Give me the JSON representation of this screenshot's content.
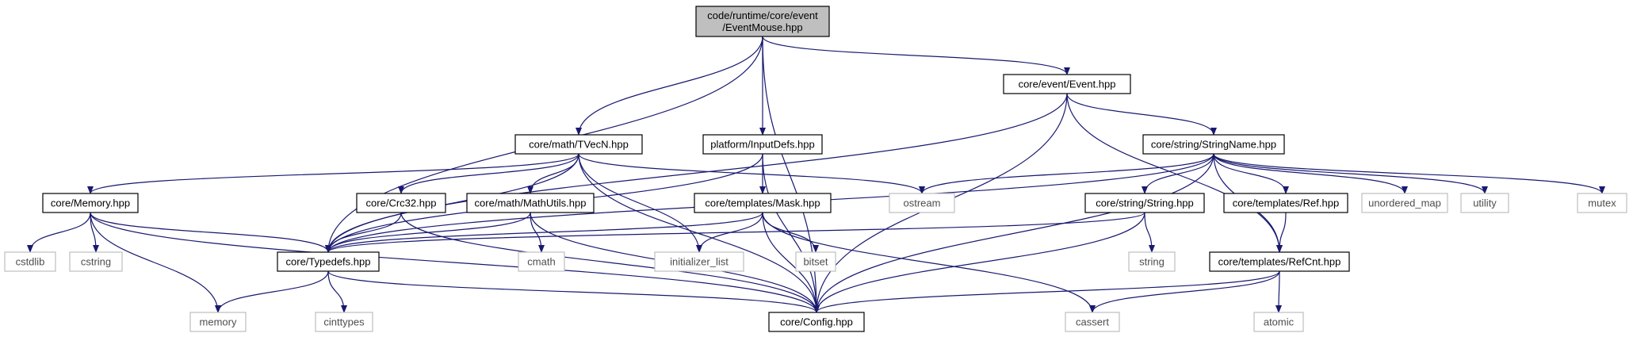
{
  "colors": {
    "root_fill": "#bfbfbf",
    "node_border": "#000000",
    "ext_border": "#bfbfbf",
    "edge": "#191970",
    "ext_text": "#4d4d4d"
  },
  "nodes": {
    "root": {
      "lines": [
        "code/runtime/core/event",
        "/EventMouse.hpp"
      ],
      "kind": "root"
    },
    "event": {
      "lines": [
        "core/event/Event.hpp"
      ],
      "kind": "file"
    },
    "tvecn": {
      "lines": [
        "core/math/TVecN.hpp"
      ],
      "kind": "file"
    },
    "inputdefs": {
      "lines": [
        "platform/InputDefs.hpp"
      ],
      "kind": "file"
    },
    "stringname": {
      "lines": [
        "core/string/StringName.hpp"
      ],
      "kind": "file"
    },
    "memory": {
      "lines": [
        "core/Memory.hpp"
      ],
      "kind": "file"
    },
    "crc32": {
      "lines": [
        "core/Crc32.hpp"
      ],
      "kind": "file"
    },
    "mathutils": {
      "lines": [
        "core/math/MathUtils.hpp"
      ],
      "kind": "file"
    },
    "mask": {
      "lines": [
        "core/templates/Mask.hpp"
      ],
      "kind": "file"
    },
    "ostream": {
      "lines": [
        "ostream"
      ],
      "kind": "ext"
    },
    "string_hpp": {
      "lines": [
        "core/string/String.hpp"
      ],
      "kind": "file"
    },
    "ref": {
      "lines": [
        "core/templates/Ref.hpp"
      ],
      "kind": "file"
    },
    "unordered_map": {
      "lines": [
        "unordered_map"
      ],
      "kind": "ext"
    },
    "utility": {
      "lines": [
        "utility"
      ],
      "kind": "ext"
    },
    "mutex": {
      "lines": [
        "mutex"
      ],
      "kind": "ext"
    },
    "cstdlib": {
      "lines": [
        "cstdlib"
      ],
      "kind": "ext"
    },
    "cstring": {
      "lines": [
        "cstring"
      ],
      "kind": "ext"
    },
    "typedefs": {
      "lines": [
        "core/Typedefs.hpp"
      ],
      "kind": "file"
    },
    "cmath": {
      "lines": [
        "cmath"
      ],
      "kind": "ext"
    },
    "initializer_list": {
      "lines": [
        "initializer_list"
      ],
      "kind": "ext"
    },
    "bitset": {
      "lines": [
        "bitset"
      ],
      "kind": "ext"
    },
    "string_std": {
      "lines": [
        "string"
      ],
      "kind": "ext"
    },
    "refcnt": {
      "lines": [
        "core/templates/RefCnt.hpp"
      ],
      "kind": "file"
    },
    "memory_std": {
      "lines": [
        "memory"
      ],
      "kind": "ext"
    },
    "cinttypes": {
      "lines": [
        "cinttypes"
      ],
      "kind": "ext"
    },
    "config": {
      "lines": [
        "core/Config.hpp"
      ],
      "kind": "file"
    },
    "cassert": {
      "lines": [
        "cassert"
      ],
      "kind": "ext"
    },
    "atomic": {
      "lines": [
        "atomic"
      ],
      "kind": "ext"
    }
  },
  "edges": [
    [
      "root",
      "event"
    ],
    [
      "root",
      "tvecn"
    ],
    [
      "root",
      "inputdefs"
    ],
    [
      "root",
      "typedefs"
    ],
    [
      "root",
      "config"
    ],
    [
      "event",
      "stringname"
    ],
    [
      "event",
      "typedefs"
    ],
    [
      "event",
      "config"
    ],
    [
      "event",
      "refcnt"
    ],
    [
      "tvecn",
      "memory"
    ],
    [
      "tvecn",
      "crc32"
    ],
    [
      "tvecn",
      "mathutils"
    ],
    [
      "tvecn",
      "ostream"
    ],
    [
      "tvecn",
      "initializer_list"
    ],
    [
      "tvecn",
      "typedefs"
    ],
    [
      "tvecn",
      "config"
    ],
    [
      "inputdefs",
      "mask"
    ],
    [
      "inputdefs",
      "typedefs"
    ],
    [
      "inputdefs",
      "config"
    ],
    [
      "stringname",
      "ostream"
    ],
    [
      "stringname",
      "string_hpp"
    ],
    [
      "stringname",
      "ref"
    ],
    [
      "stringname",
      "unordered_map"
    ],
    [
      "stringname",
      "utility"
    ],
    [
      "stringname",
      "mutex"
    ],
    [
      "stringname",
      "typedefs"
    ],
    [
      "stringname",
      "config"
    ],
    [
      "stringname",
      "refcnt"
    ],
    [
      "memory",
      "cstdlib"
    ],
    [
      "memory",
      "cstring"
    ],
    [
      "memory",
      "typedefs"
    ],
    [
      "memory",
      "memory_std"
    ],
    [
      "memory",
      "config"
    ],
    [
      "crc32",
      "typedefs"
    ],
    [
      "crc32",
      "config"
    ],
    [
      "mathutils",
      "cmath"
    ],
    [
      "mathutils",
      "typedefs"
    ],
    [
      "mathutils",
      "config"
    ],
    [
      "mask",
      "initializer_list"
    ],
    [
      "mask",
      "bitset"
    ],
    [
      "mask",
      "typedefs"
    ],
    [
      "mask",
      "config"
    ],
    [
      "mask",
      "cassert"
    ],
    [
      "string_hpp",
      "string_std"
    ],
    [
      "string_hpp",
      "typedefs"
    ],
    [
      "string_hpp",
      "config"
    ],
    [
      "ref",
      "refcnt"
    ],
    [
      "refcnt",
      "config"
    ],
    [
      "refcnt",
      "cassert"
    ],
    [
      "refcnt",
      "atomic"
    ],
    [
      "typedefs",
      "memory_std"
    ],
    [
      "typedefs",
      "cinttypes"
    ],
    [
      "typedefs",
      "config"
    ]
  ]
}
